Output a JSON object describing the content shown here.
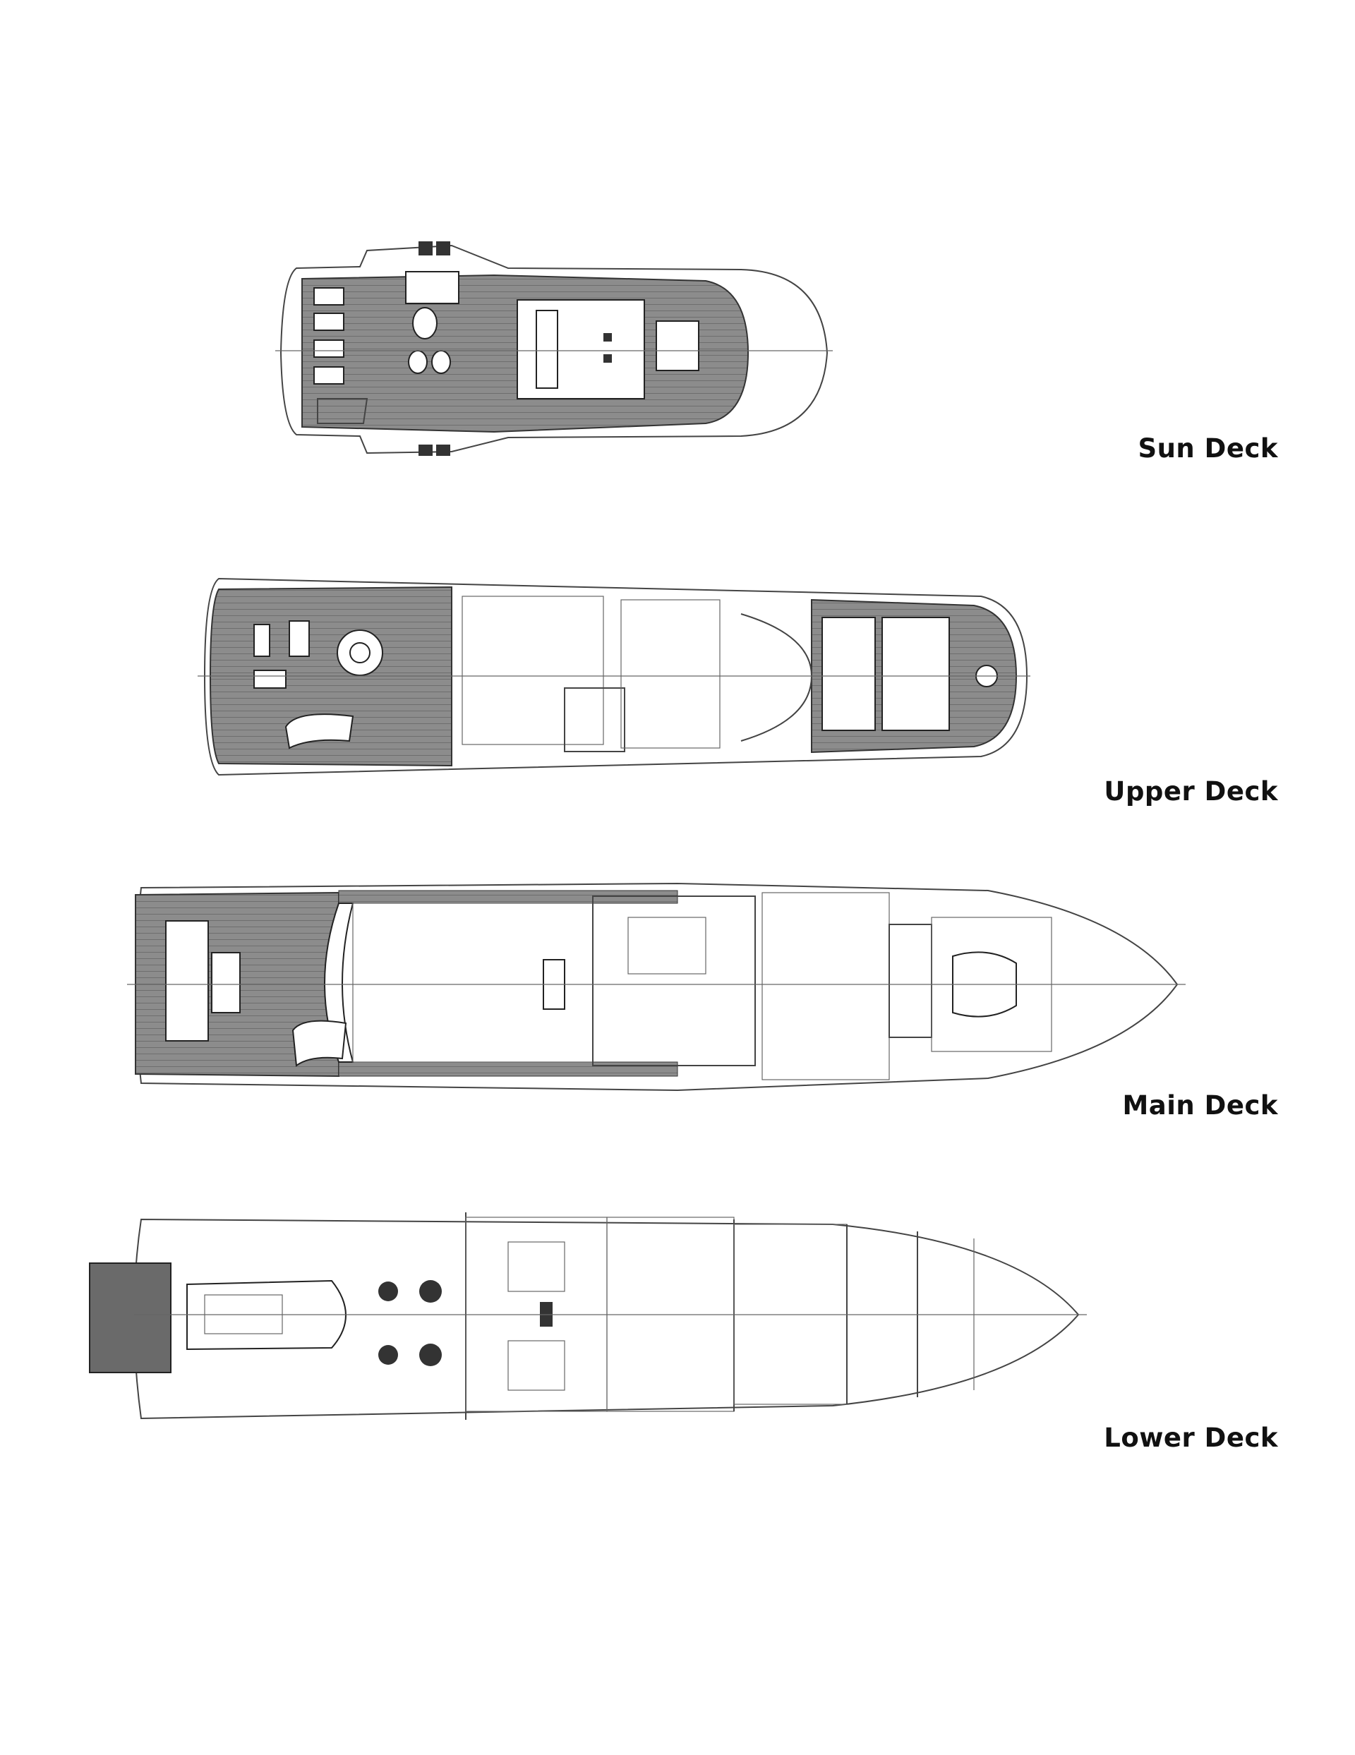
{
  "decks": [
    {
      "label": "Sun Deck"
    },
    {
      "label": "Upper Deck"
    },
    {
      "label": "Main Deck"
    },
    {
      "label": "Lower Deck"
    }
  ],
  "colors": {
    "teak": "#8c8c8c",
    "line": "#444444",
    "label": "#111111"
  }
}
